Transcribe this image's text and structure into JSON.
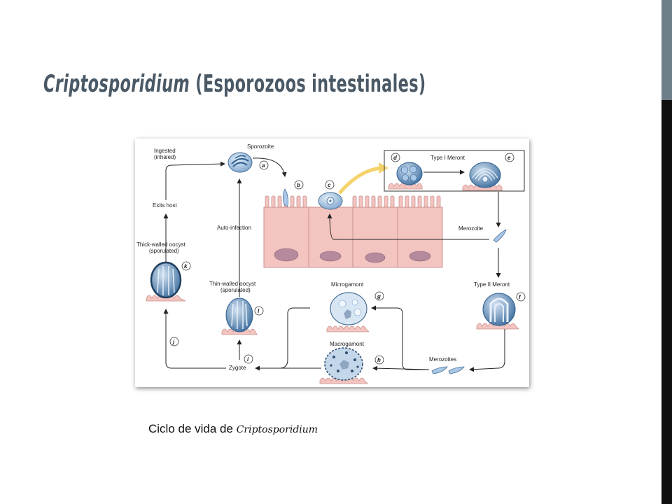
{
  "slide": {
    "title_italic": "Criptosporidium",
    "title_rest": " (Esporozoos intestinales)",
    "caption_prefix": "Ciclo de vida de ",
    "caption_italic": "Criptosporidium"
  },
  "diagram": {
    "labels": {
      "ingested_1": "Ingested",
      "ingested_2": "(inhaled)",
      "sporozoite": "Sporozoite",
      "type1_meront": "Type I Meront",
      "exits_host": "Exits host",
      "auto_infection": "Auto-infection",
      "merozoite": "Merozoite",
      "thick_1": "Thick-walled oocyst",
      "thick_2": "(sporulated)",
      "thin_1": "Thin-walled oocyst",
      "thin_2": "(sporulated)",
      "microgamont": "Microgamont",
      "type2_meront": "Type II Meront",
      "macrogamont": "Macrogamont",
      "merozoites": "Merozoites",
      "zygote": "Zygote"
    },
    "stage_letters": {
      "a": "a",
      "b": "b",
      "c": "c",
      "d": "d",
      "e": "e",
      "f": "f",
      "g": "g",
      "h": "h",
      "i": "i",
      "j": "j",
      "k": "k",
      "l": "l"
    },
    "colors": {
      "epithelium": "#f3c4c0",
      "nucleus": "#b48a9c",
      "parasite": "#a9c8e8",
      "parasite_dark": "#3f6f9f",
      "arrow": "#222222",
      "highlight_arrow": "#f4d36a"
    }
  }
}
